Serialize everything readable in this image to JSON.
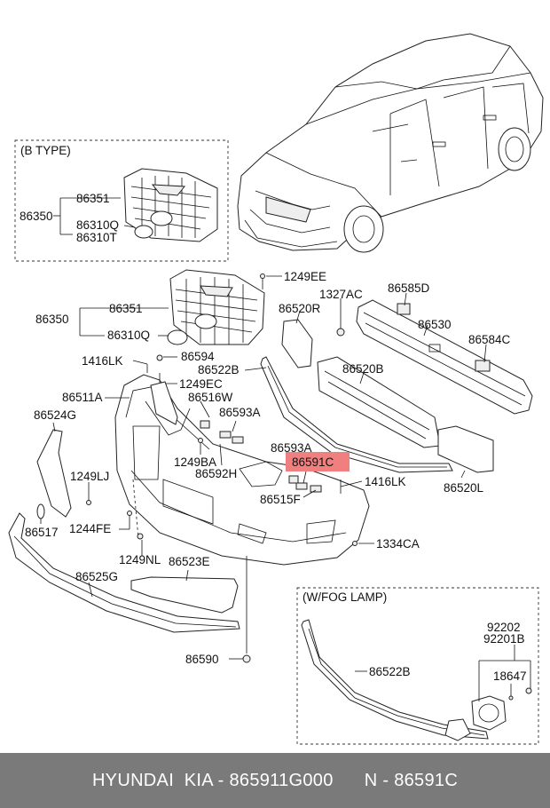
{
  "diagram": {
    "box_b_type_title": "(B TYPE)",
    "box_fog_title": "(W/FOG LAMP)",
    "labels": {
      "b_86351": "86351",
      "b_86350": "86350",
      "b_86310Q": "86310Q",
      "b_86310T": "86310T",
      "l_1249EE": "1249EE",
      "l_1327AC": "1327AC",
      "l_86585D": "86585D",
      "l_86351": "86351",
      "l_86350": "86350",
      "l_86520R": "86520R",
      "l_86530": "86530",
      "l_86310Q": "86310Q",
      "l_86584C": "86584C",
      "l_1416LK_a": "1416LK",
      "l_86594": "86594",
      "l_86522B": "86522B",
      "l_86520B": "86520B",
      "l_1249EC": "1249EC",
      "l_86511A": "86511A",
      "l_86516W": "86516W",
      "l_86593A_a": "86593A",
      "l_86524G": "86524G",
      "l_86593A_b": "86593A",
      "l_86591C": "86591C",
      "l_1249BA": "1249BA",
      "l_86592H": "86592H",
      "l_1249LJ": "1249LJ",
      "l_1416LK_b": "1416LK",
      "l_86520L": "86520L",
      "l_86515F": "86515F",
      "l_86517": "86517",
      "l_1244FE": "1244FE",
      "l_1334CA": "1334CA",
      "l_1249NL": "1249NL",
      "l_86523E": "86523E",
      "l_86525G": "86525G",
      "l_86590": "86590",
      "f_92202": "92202",
      "f_92201B": "92201B",
      "f_18647": "18647",
      "f_86522B": "86522B"
    },
    "highlight_color": "#f07f7f"
  },
  "footer": {
    "text": "HYUNDAI  KIA - 865911G000      N - 86591C"
  }
}
